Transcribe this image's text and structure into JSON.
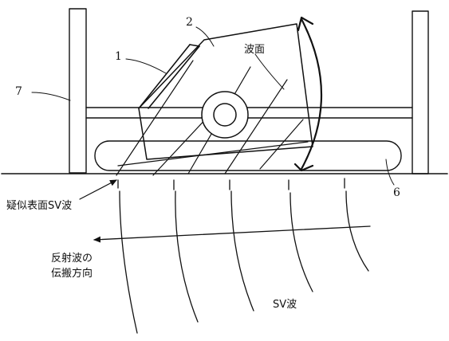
{
  "labels": {
    "probe": "1",
    "wedge": "2",
    "frame": "7",
    "track": "6",
    "wavefront": "波面",
    "pseudo_surface_sv": "疑似表面SV波",
    "reflected_direction": "反射波の\n伝搬方向",
    "sv_wave": "SV波"
  }
}
